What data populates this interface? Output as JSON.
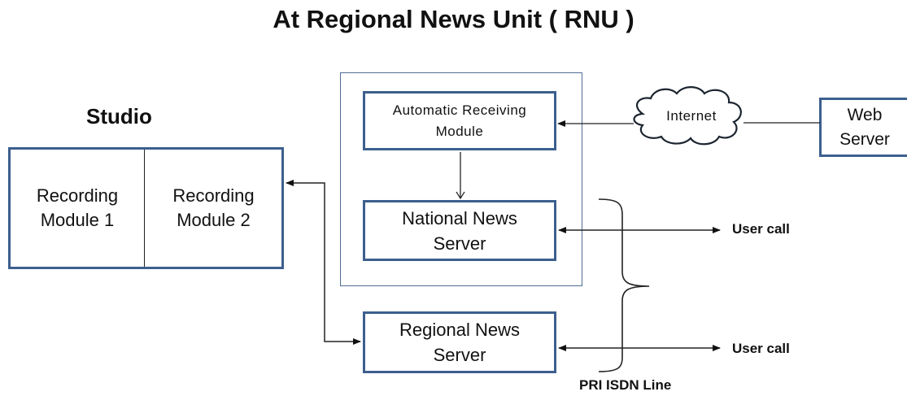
{
  "title": "At Regional News Unit ( RNU )",
  "studio": {
    "label": "Studio",
    "recording_module_1": "Recording\nModule 1",
    "recording_module_2": "Recording\nModule 2"
  },
  "automatic_receiving_module": "Automatic Receiving\nModule",
  "national_news_server": "National News\nServer",
  "regional_news_server": "Regional News\nServer",
  "internet": "Internet",
  "web_server": "Web\nServer",
  "user_call_1": "User call",
  "user_call_2": "User call",
  "pri_isdn_line": "PRI ISDN Line",
  "colors": {
    "box_border": "#3c5f8e",
    "outer_border": "#4e6e93",
    "line": "#222222"
  }
}
